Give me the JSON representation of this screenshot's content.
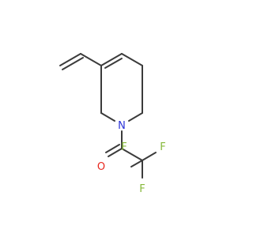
{
  "molecule": {
    "atoms": {
      "nitrogen": {
        "label": "N",
        "color": "#2a32d8"
      },
      "oxygen": {
        "label": "O",
        "color": "#e8261d"
      },
      "fluorine_1": {
        "label": "F",
        "color": "#86b83a"
      },
      "fluorine_2": {
        "label": "F",
        "color": "#86b83a"
      },
      "fluorine_3": {
        "label": "F",
        "color": "#86b83a"
      }
    },
    "bond_color": "#3b3b3b"
  }
}
